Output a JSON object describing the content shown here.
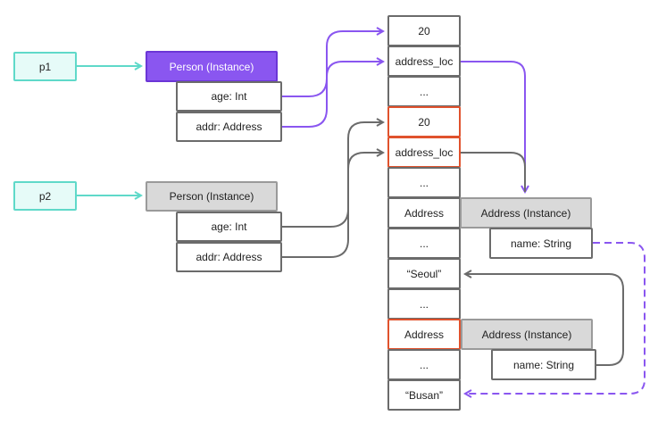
{
  "pointers": {
    "p1": "p1",
    "p2": "p2"
  },
  "person_instances": [
    {
      "header": "Person (Instance)",
      "fields": [
        "age: Int",
        "addr: Address"
      ]
    },
    {
      "header": "Person (Instance)",
      "fields": [
        "age: Int",
        "addr: Address"
      ]
    }
  ],
  "memory_cells": [
    "20",
    "address_loc",
    "...",
    "20",
    "address_loc",
    "...",
    "Address",
    "...",
    "“Seoul”",
    "...",
    "Address",
    "...",
    "“Busan”"
  ],
  "address_instances": [
    {
      "header": "Address (Instance)",
      "field": "name: String"
    },
    {
      "header": "Address (Instance)",
      "field": "name: String"
    }
  ],
  "colors": {
    "p1_reference": "#8a56f0",
    "p2_reference": "#6b6b6b",
    "pointer": "#5fd9c9",
    "highlight": "#e0522d"
  }
}
